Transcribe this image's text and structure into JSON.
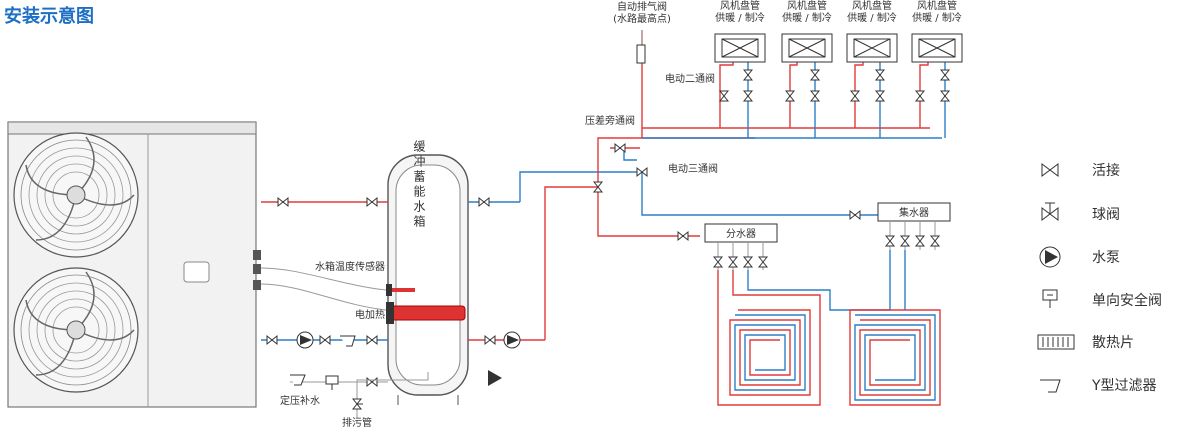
{
  "title": "安装示意图",
  "labels": {
    "auto_vent": "自动排气阀",
    "auto_vent_sub": "(水路最高点)",
    "fan_coil": "风机盘管",
    "fan_coil_sub": "供暖 / 制冷",
    "motor_two_way": "电动二通阀",
    "pressure_bypass": "压差旁通阀",
    "motor_three_way": "电动三通阀",
    "buffer_tank": "缓冲蓄能水箱",
    "tank_temp_sensor": "水箱温度传感器",
    "electric_heater": "电加热",
    "constant_pressure_refill": "定压补水",
    "drain_pipe": "排污管",
    "manifold_supply": "分水器",
    "manifold_return": "集水器"
  },
  "legend": [
    {
      "icon": "union-icon",
      "label": "活接"
    },
    {
      "icon": "ball-valve-icon",
      "label": "球阀"
    },
    {
      "icon": "water-pump-icon",
      "label": "水泵"
    },
    {
      "icon": "check-safety-valve-icon",
      "label": "单向安全阀"
    },
    {
      "icon": "radiator-icon",
      "label": "散热片"
    },
    {
      "icon": "y-filter-icon",
      "label": "Y型过滤器"
    }
  ],
  "colors": {
    "supply": "#e23b3b",
    "return": "#2e7fc8",
    "title": "#1d6fc4",
    "outline": "#333333"
  }
}
